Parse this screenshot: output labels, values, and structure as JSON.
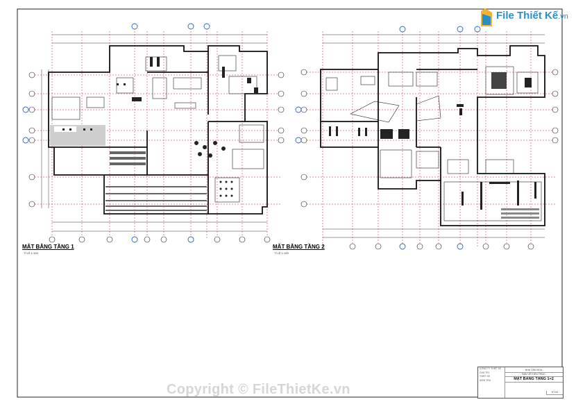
{
  "logo": {
    "brand": "File Thiết Kế",
    "suffix": ".vn"
  },
  "plans": [
    {
      "title": "MẶT BẰNG TẦNG 1",
      "scale": "TỈ LỆ 1:100"
    },
    {
      "title": "MẶT BẰNG TẦNG 2",
      "scale": "TỈ LỆ 1:100"
    }
  ],
  "title_block": {
    "project": "NHÀ VĂN HÓA",
    "sub": "BẢN VẼ KIẾN TRÚC",
    "drawing_title": "MẶT BẰNG TẦNG 1+2",
    "sheet_no": "KT-02",
    "left_lines": [
      "CÔNG TY THIẾT KẾ",
      "CHỦ TRÌ",
      "THIẾT KẾ",
      "KIỂM TRA"
    ]
  },
  "watermark": "Copyright © FileThietKe.vn",
  "colors": {
    "grid": "#c0202a",
    "bubble": "#2a5fc9",
    "walls": "#111111",
    "logo": "#2a8fc9"
  }
}
